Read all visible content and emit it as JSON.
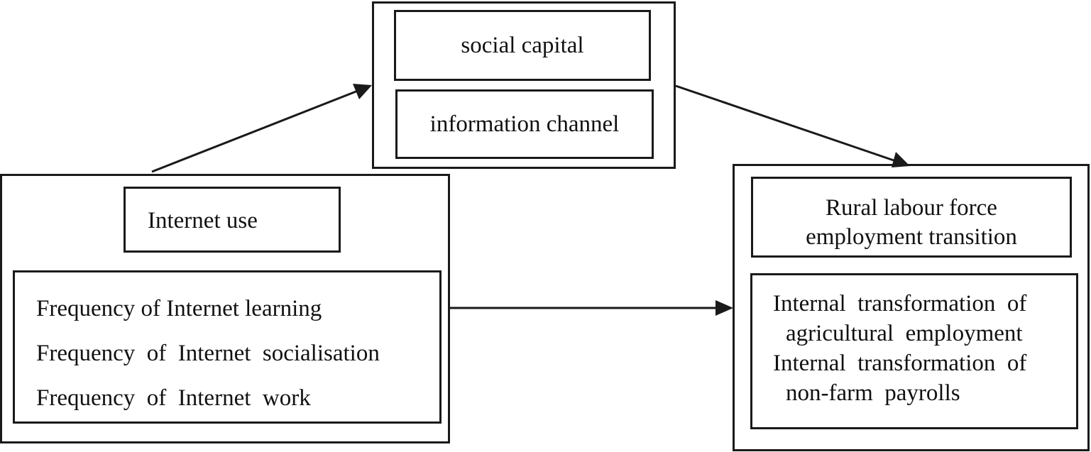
{
  "diagram": {
    "mediators": {
      "social_capital": "social capital",
      "information_channel": "information channel"
    },
    "independent": {
      "title": "Internet use",
      "items": [
        "Frequency of Internet learning",
        "Frequency  of  Internet  socialisation",
        "Frequency  of  Internet  work"
      ]
    },
    "dependent": {
      "title_line1": "Rural labour force",
      "title_line2": "employment transition",
      "items": [
        "Internal  transformation  of",
        "agricultural  employment",
        "Internal  transformation  of",
        "non-farm  payrolls"
      ]
    }
  }
}
